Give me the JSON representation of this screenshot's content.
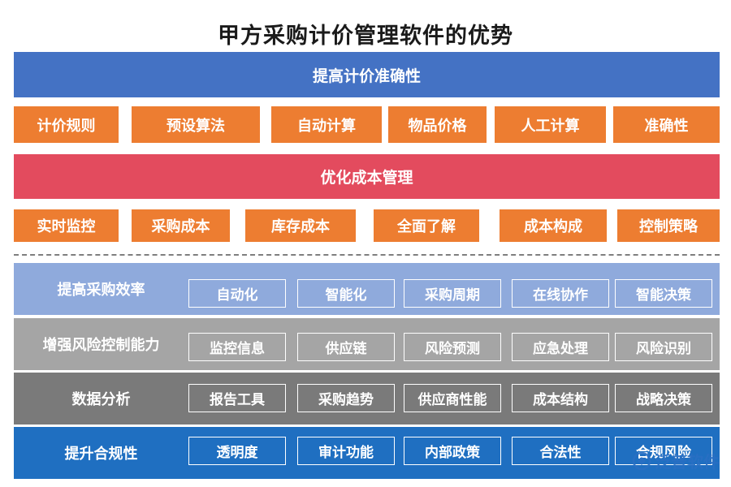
{
  "title": "甲方采购计价管理软件的优势",
  "top_section": {
    "band1": {
      "label": "提高计价准确性",
      "items": [
        "计价规则",
        "预设算法",
        "自动计算",
        "物品价格",
        "人工计算",
        "准确性"
      ]
    },
    "band2": {
      "label": "优化成本管理",
      "items": [
        "实时监控",
        "采购成本",
        "库存成本",
        "全面了解",
        "成本构成",
        "控制策略"
      ]
    }
  },
  "bottom_section": {
    "rows": [
      {
        "label": "提高采购效率",
        "items": [
          "自动化",
          "智能化",
          "采购周期",
          "在线协作",
          "智能决策"
        ]
      },
      {
        "label": "增强风险控制能力",
        "items": [
          "监控信息",
          "供应链",
          "风险预测",
          "应急处理",
          "风险识别"
        ]
      },
      {
        "label": "数据分析",
        "items": [
          "报告工具",
          "采购趋势",
          "供应商性能",
          "成本结构",
          "战略决策"
        ]
      },
      {
        "label": "提升合规性",
        "items": [
          "透明度",
          "审计功能",
          "内部政策",
          "合法性",
          "合规风险"
        ]
      }
    ]
  },
  "watermark": {
    "text": "泛普软件",
    "icon": "fanpu-logo-icon"
  },
  "colors": {
    "band_blue": "#4472c4",
    "band_red": "#e34b5e",
    "orange_box": "#ed7d31",
    "row1": "#8faadc",
    "row2": "#a5a5a5",
    "row3": "#7a7a7a",
    "row4": "#1f6fc1"
  }
}
